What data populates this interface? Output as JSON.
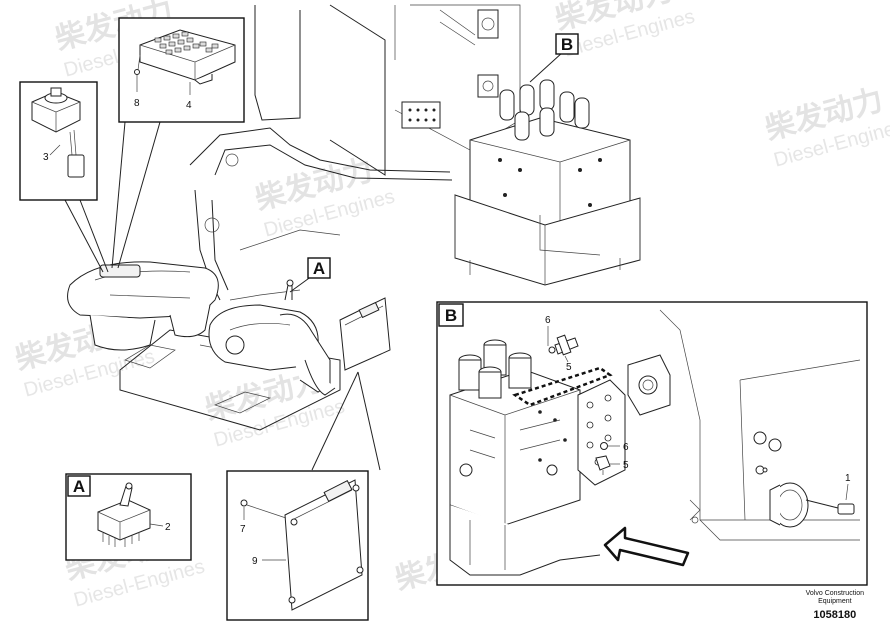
{
  "watermark": {
    "cn": "柴发动力",
    "en": "Diesel-Engines"
  },
  "callouts": {
    "view_b_letter": "B",
    "view_a_letter": "A",
    "detail_b_letter": "B",
    "detail_a_letter": "A"
  },
  "labels": {
    "p1": "1",
    "p2": "2",
    "p3": "3",
    "p4": "4",
    "p5a": "5",
    "p5b": "5",
    "p6a": "6",
    "p6b": "6",
    "p7": "7",
    "p8": "8",
    "p9": "9"
  },
  "footer": {
    "brand_line1": "Volvo Construction",
    "brand_line2": "Equipment",
    "drawing_number": "1058180"
  }
}
